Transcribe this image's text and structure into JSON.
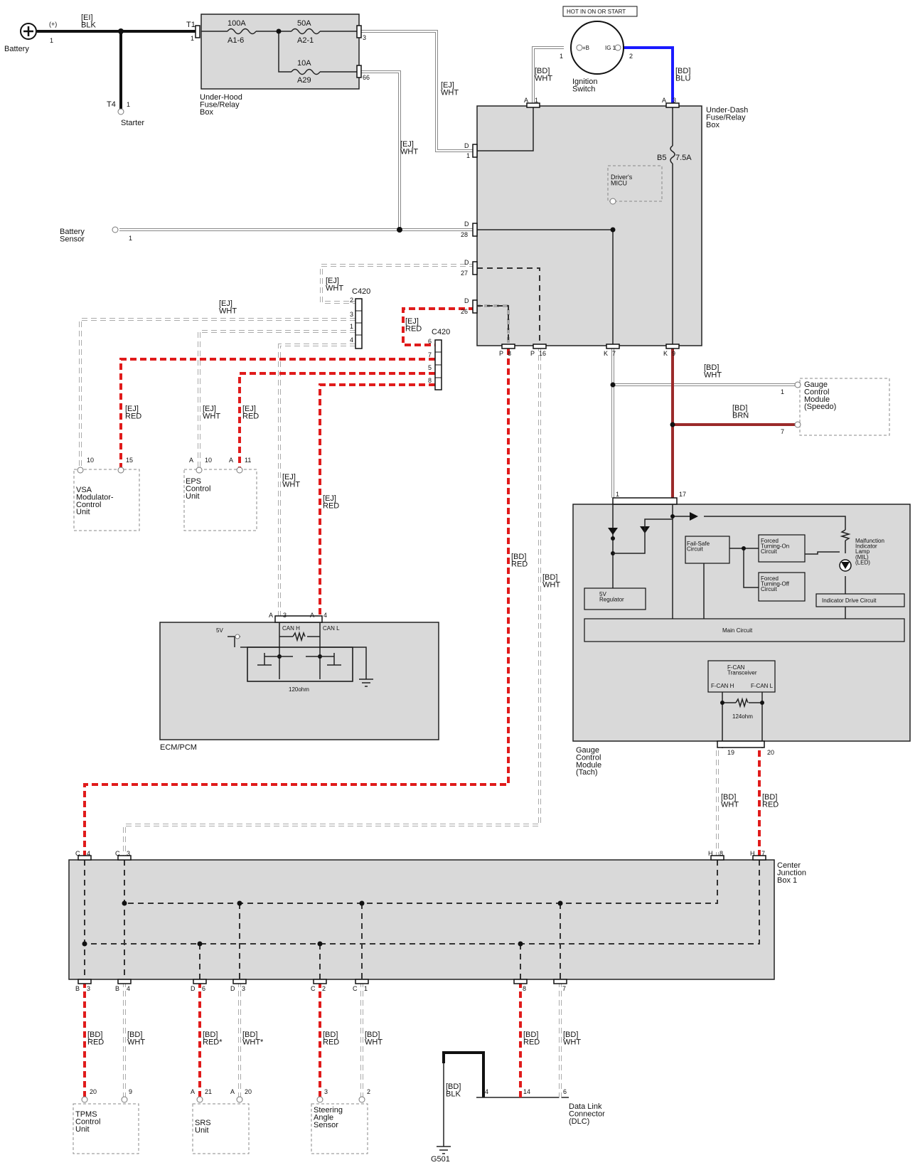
{
  "diagram": {
    "battery": {
      "label": "Battery",
      "polarity": "(+)",
      "pin": "1",
      "wire": "[EI]\nBLK"
    },
    "starter": {
      "label": "Starter",
      "conn": "T4",
      "pin": "1"
    },
    "underhood": {
      "label": "Under-Hood\nFuse/Relay\nBox",
      "t1": "T1",
      "t1pin": "1",
      "fuses": [
        {
          "rating": "100A",
          "id": "A1-6"
        },
        {
          "rating": "50A",
          "id": "A2-1"
        },
        {
          "rating": "10A",
          "id": "A29"
        }
      ],
      "pin3": "3",
      "pin66": "66"
    },
    "ignition": {
      "label": "Ignition\nSwitch",
      "hot": "HOT IN ON OR START",
      "plusb": "+B",
      "ig1": "IG 1",
      "pin1": "1",
      "pin2": "2"
    },
    "underdash": {
      "label": "Under-Dash\nFuse/Relay\nBox",
      "micu": "Driver's\nMICU",
      "fuse": "B5",
      "fuse_rating": "7.5A"
    },
    "battery_sensor": {
      "label": "Battery\nSensor",
      "pin": "1"
    },
    "wires": {
      "bd_wht": "[BD]\nWHT",
      "bd_blu": "[BD]\nBLU",
      "ej_wht": "[EJ]\nWHT",
      "ej_red": "[EJ]\nRED",
      "bd_red": "[BD]\nRED",
      "bd_brn": "[BD]\nBRN",
      "bd_blk": "[BD]\nBLK",
      "bd_red_star": "[BD]\nRED*",
      "bd_wht_star": "[BD]\nWHT*"
    },
    "conn": {
      "a": "A",
      "d": "D",
      "k": "K",
      "p": "P",
      "b": "B",
      "c": "C",
      "h": "H",
      "c420": "C420"
    },
    "pins": {
      "p1": "1",
      "p2": "2",
      "p3": "3",
      "p4": "4",
      "p5": "5",
      "p6": "6",
      "p7": "7",
      "p8": "8",
      "p9": "9",
      "p10": "10",
      "p11": "11",
      "p14": "14",
      "p15": "15",
      "p16": "16",
      "p17": "17",
      "p19": "19",
      "p20": "20",
      "p21": "21",
      "p26": "26",
      "p27": "27",
      "p28": "28"
    },
    "gauge_speedo": {
      "label": "Gauge\nControl\nModule\n(Speedo)"
    },
    "vsa": {
      "label": "VSA\nModulator-\nControl\nUnit"
    },
    "eps": {
      "label": "EPS\nControl\nUnit"
    },
    "ecm": {
      "label": "ECM/PCM",
      "canh": "CAN H",
      "canl": "CAN L",
      "v5": "5V",
      "ohm": "120ohm"
    },
    "gauge_tach": {
      "label": "Gauge\nControl\nModule\n(Tach)",
      "failsafe": "Fail-Safe\nCircuit",
      "forced_on": "Forced\nTurning-On\nCircuit",
      "forced_off": "Forced\nTurning-Off\nCircuit",
      "mil": "Malfunction\nIndicator\nLamp\n(MIL)\n(LED)",
      "regulator": "5V\nRegulator",
      "indicator": "Indicator Drive Circuit",
      "main": "Main Circuit",
      "fcan": "F-CAN\nTransceiver",
      "fcanh": "F-CAN H",
      "fcanl": "F-CAN L",
      "ohm": "124ohm"
    },
    "cjb": {
      "label": "Center\nJunction\nBox 1"
    },
    "tpms": {
      "label": "TPMS\nControl\nUnit"
    },
    "srs": {
      "label": "SRS\nUnit"
    },
    "steering": {
      "label": "Steering\nAngle\nSensor"
    },
    "dlc": {
      "label": "Data Link\nConnector\n(DLC)"
    },
    "ground": {
      "label": "G501"
    }
  }
}
